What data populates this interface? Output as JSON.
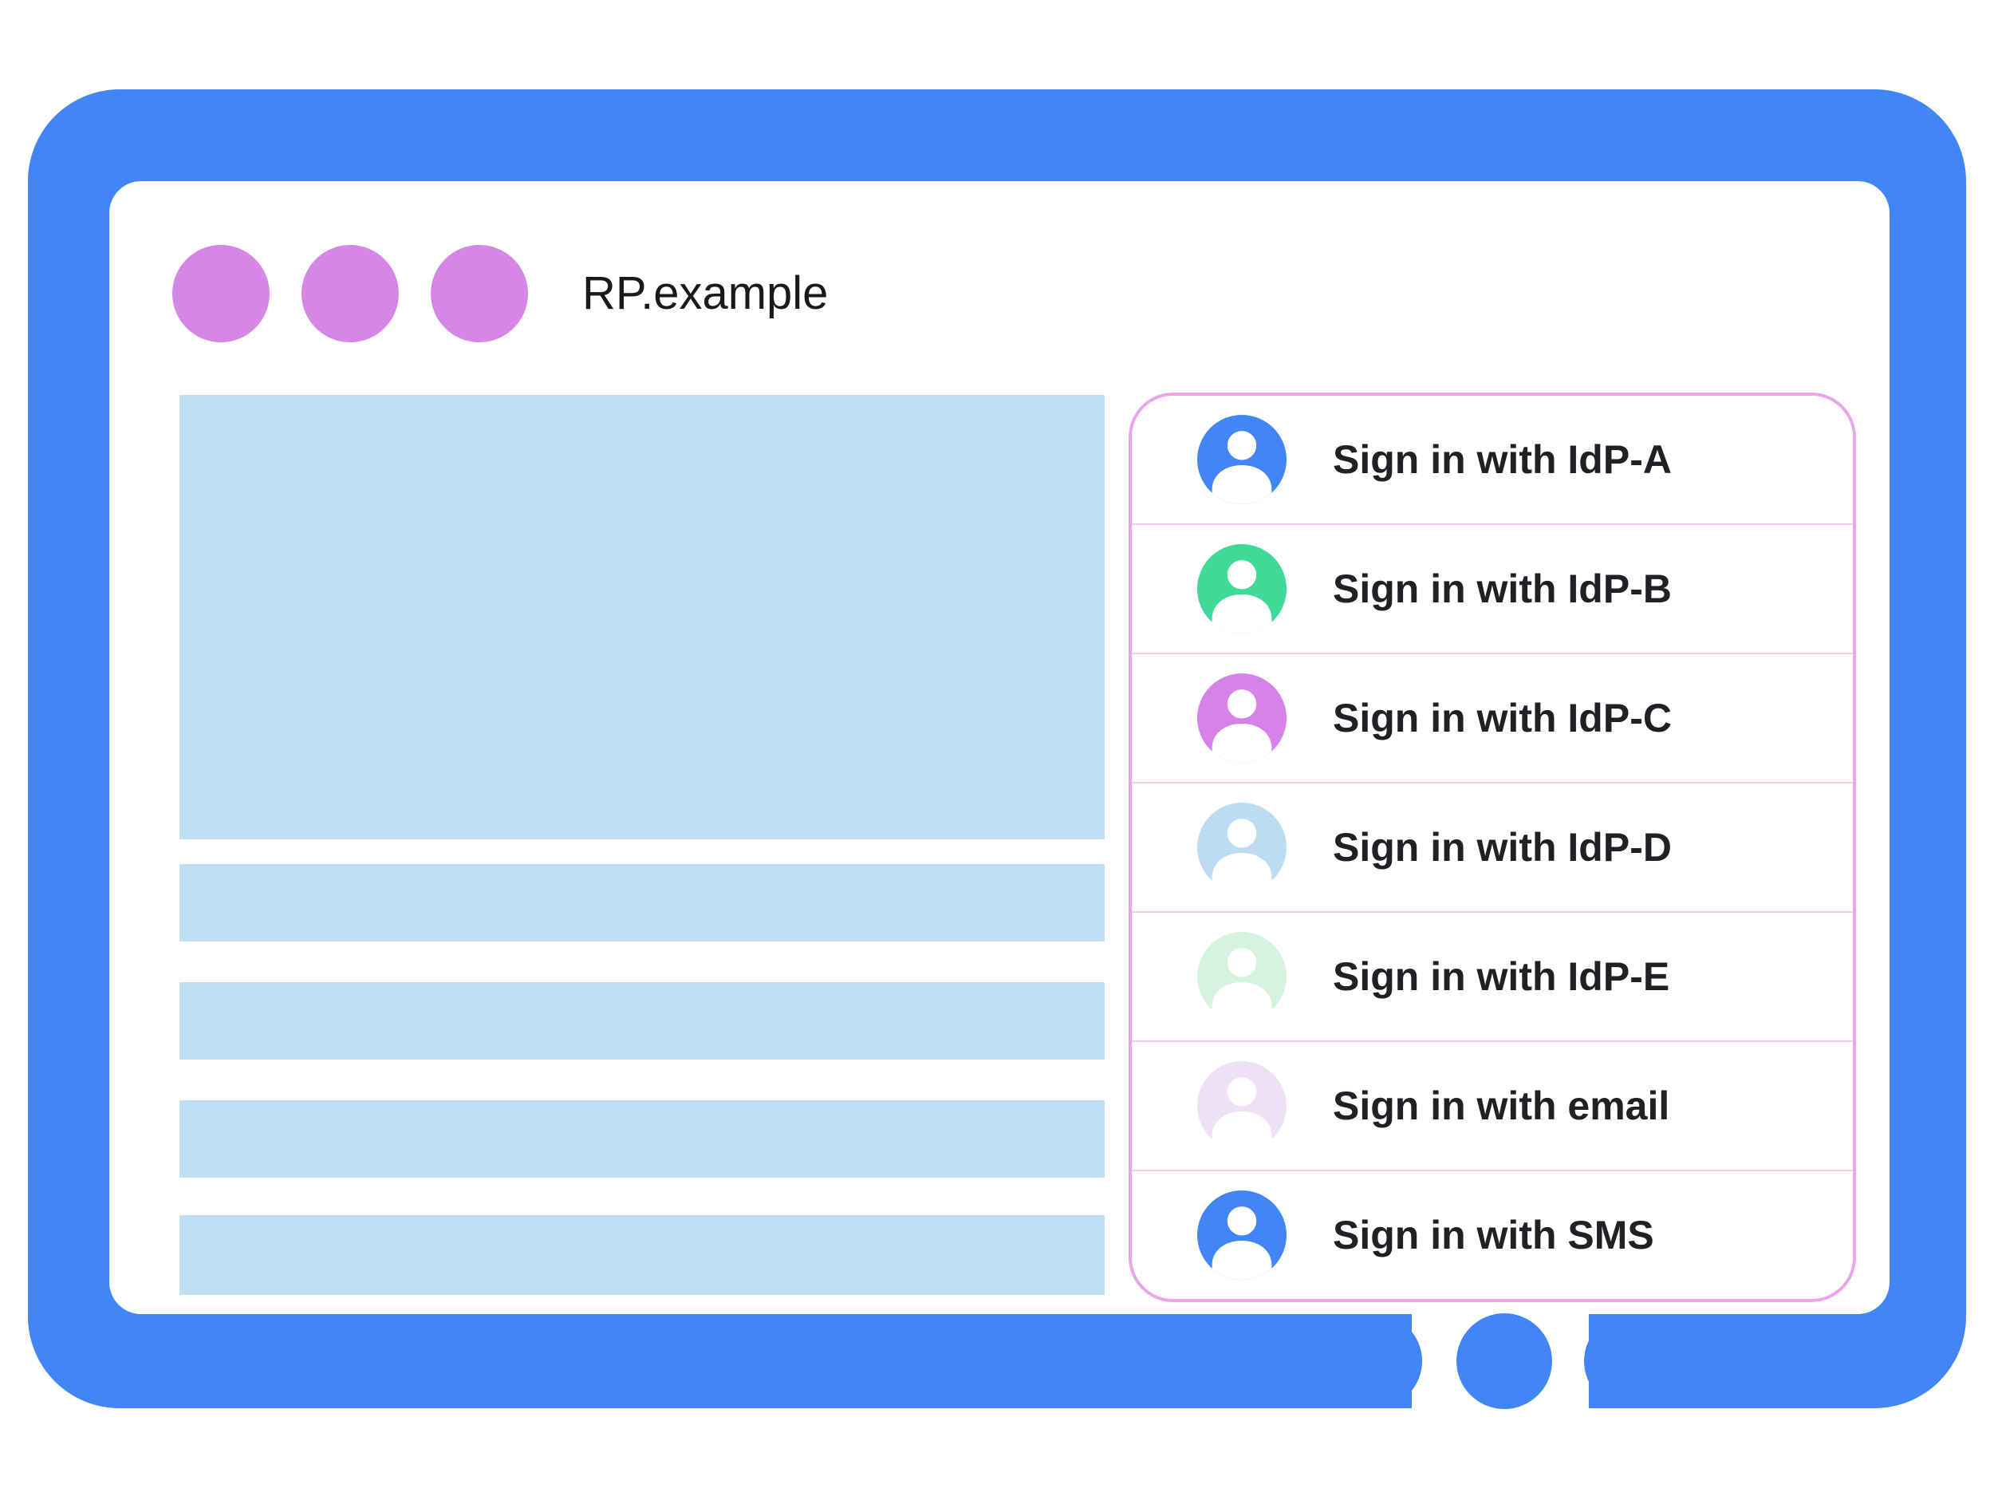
{
  "window": {
    "title": "RP.example"
  },
  "signin_panel": {
    "items": [
      {
        "label": "Sign in with IdP-A",
        "avatar_icon": "user-avatar-icon",
        "avatar_color": "#4285F4"
      },
      {
        "label": "Sign in with IdP-B",
        "avatar_icon": "user-avatar-icon",
        "avatar_color": "#3FD998"
      },
      {
        "label": "Sign in with IdP-C",
        "avatar_icon": "user-avatar-icon",
        "avatar_color": "#D583E8"
      },
      {
        "label": "Sign in with IdP-D",
        "avatar_icon": "user-avatar-icon",
        "avatar_color": "#BCDCF3"
      },
      {
        "label": "Sign in with IdP-E",
        "avatar_icon": "user-avatar-icon",
        "avatar_color": "#D5F3DF"
      },
      {
        "label": "Sign in with email",
        "avatar_icon": "user-avatar-icon",
        "avatar_color": "#EEE0F7"
      },
      {
        "label": "Sign in with SMS",
        "avatar_icon": "user-avatar-icon",
        "avatar_color": "#4285F4"
      }
    ]
  },
  "theme": {
    "frame-blue": "#4285F4",
    "skeleton-blue": "#BFDFF3",
    "dot-purple": "#D487E5",
    "panel-border-pink": "#EBA6EB",
    "divider-pink": "#F3CDF2",
    "text-dark": "#202124",
    "title-dark": "#1A1A1A"
  }
}
